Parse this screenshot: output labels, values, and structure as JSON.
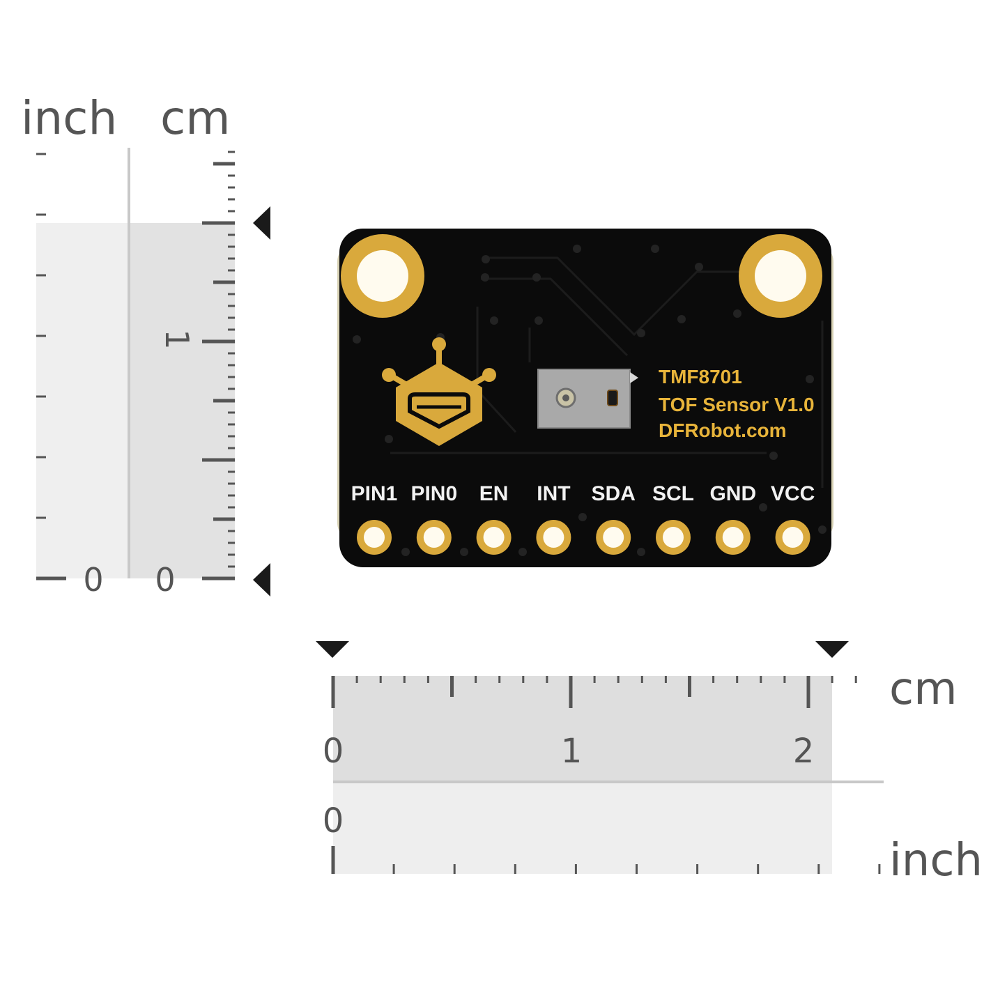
{
  "vertical_ruler": {
    "unit_left": "inch",
    "unit_right": "cm",
    "inch_zero": "0",
    "cm_zero": "0",
    "cm_one": "1"
  },
  "horizontal_ruler": {
    "unit_top": "cm",
    "unit_bottom": "inch",
    "cm_labels": [
      "0",
      "1",
      "2"
    ],
    "inch_zero": "0"
  },
  "board": {
    "silkscreen_lines": [
      "TMF8701",
      "TOF Sensor V1.0",
      "DFRobot.com"
    ],
    "pins": [
      "PIN1",
      "PIN0",
      "EN",
      "INT",
      "SDA",
      "SCL",
      "GND",
      "VCC"
    ],
    "colors": {
      "pcb": "#0b0b0b",
      "gold": "#d9a93c",
      "silk": "#f2f2f2",
      "text": "#e8b43a"
    }
  }
}
